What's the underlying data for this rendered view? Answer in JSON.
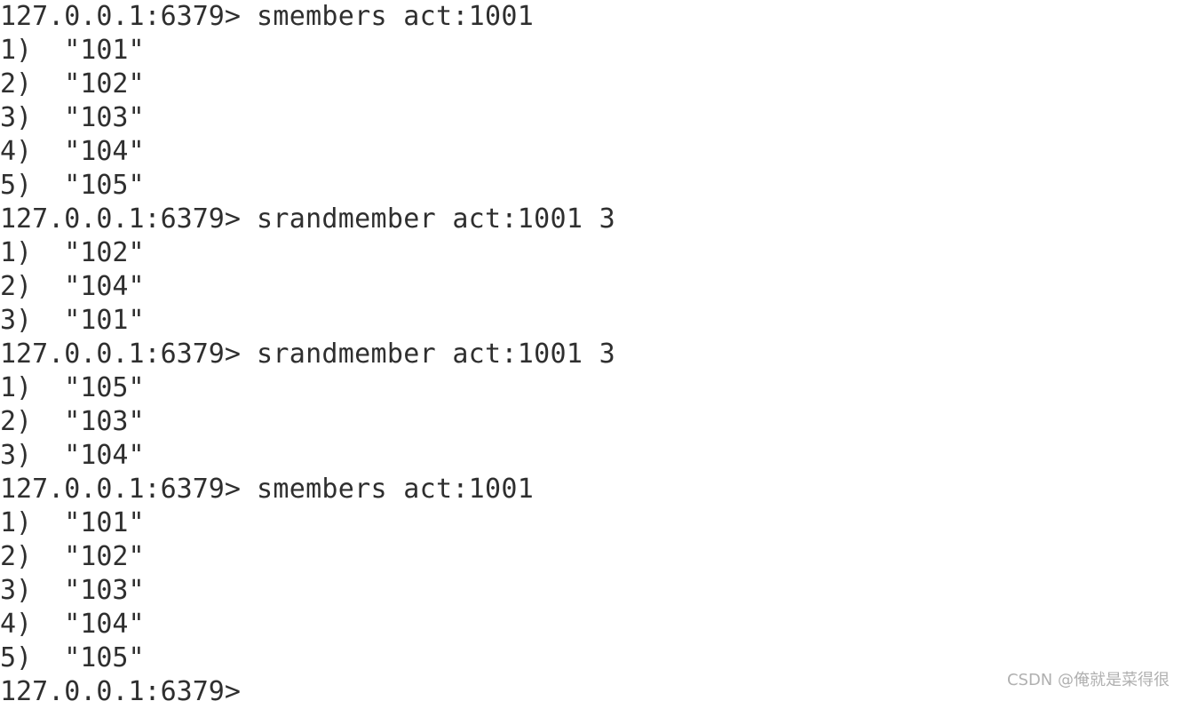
{
  "terminal": {
    "lines": [
      {
        "kind": "prompt",
        "prompt": "127.0.0.1:6379> ",
        "command": "smembers act:1001"
      },
      {
        "kind": "output",
        "text": "1)  \"101\""
      },
      {
        "kind": "output",
        "text": "2)  \"102\""
      },
      {
        "kind": "output",
        "text": "3)  \"103\""
      },
      {
        "kind": "output",
        "text": "4)  \"104\""
      },
      {
        "kind": "output",
        "text": "5)  \"105\""
      },
      {
        "kind": "prompt",
        "prompt": "127.0.0.1:6379> ",
        "command": "srandmember act:1001 3"
      },
      {
        "kind": "output",
        "text": "1)  \"102\""
      },
      {
        "kind": "output",
        "text": "2)  \"104\""
      },
      {
        "kind": "output",
        "text": "3)  \"101\""
      },
      {
        "kind": "prompt",
        "prompt": "127.0.0.1:6379> ",
        "command": "srandmember act:1001 3"
      },
      {
        "kind": "output",
        "text": "1)  \"105\""
      },
      {
        "kind": "output",
        "text": "2)  \"103\""
      },
      {
        "kind": "output",
        "text": "3)  \"104\""
      },
      {
        "kind": "prompt",
        "prompt": "127.0.0.1:6379> ",
        "command": "smembers act:1001"
      },
      {
        "kind": "output",
        "text": "1)  \"101\""
      },
      {
        "kind": "output",
        "text": "2)  \"102\""
      },
      {
        "kind": "output",
        "text": "3)  \"103\""
      },
      {
        "kind": "output",
        "text": "4)  \"104\""
      },
      {
        "kind": "output",
        "text": "5)  \"105\""
      },
      {
        "kind": "prompt",
        "prompt": "127.0.0.1:6379> ",
        "command": ""
      }
    ]
  },
  "watermark": "CSDN @俺就是菜得很",
  "colors": {
    "background": "#ffffff",
    "text": "#2f2f2f",
    "watermark": "#b0b0b0"
  }
}
